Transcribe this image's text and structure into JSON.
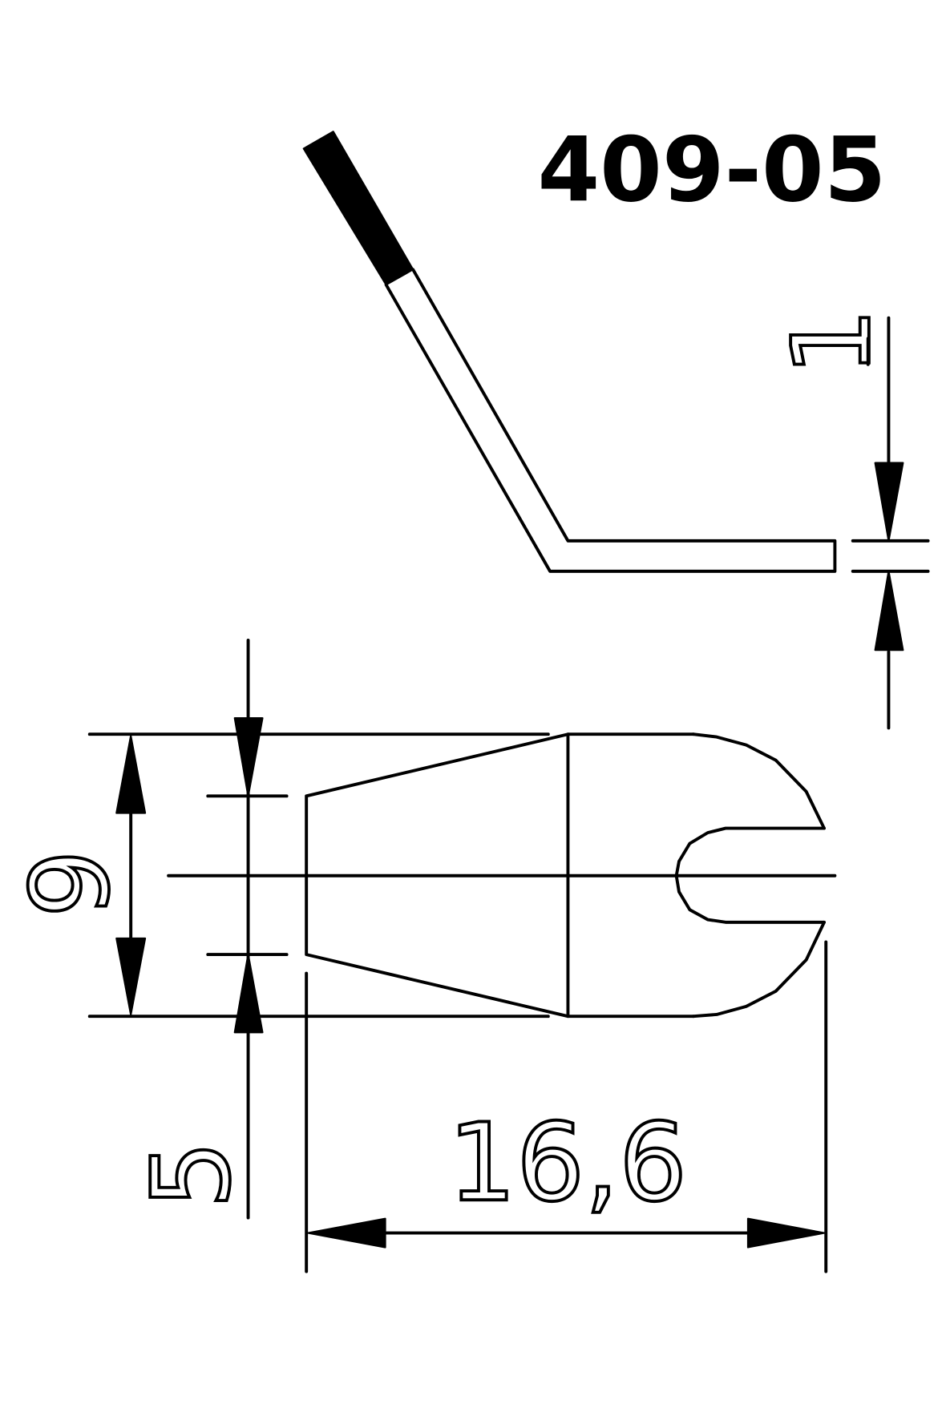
{
  "part_number": "409-05",
  "dimensions": {
    "thickness": "1",
    "width": "9",
    "slot_width": "5",
    "length": "16,6"
  },
  "colors": {
    "line": "#000000",
    "background": "#ffffff"
  }
}
